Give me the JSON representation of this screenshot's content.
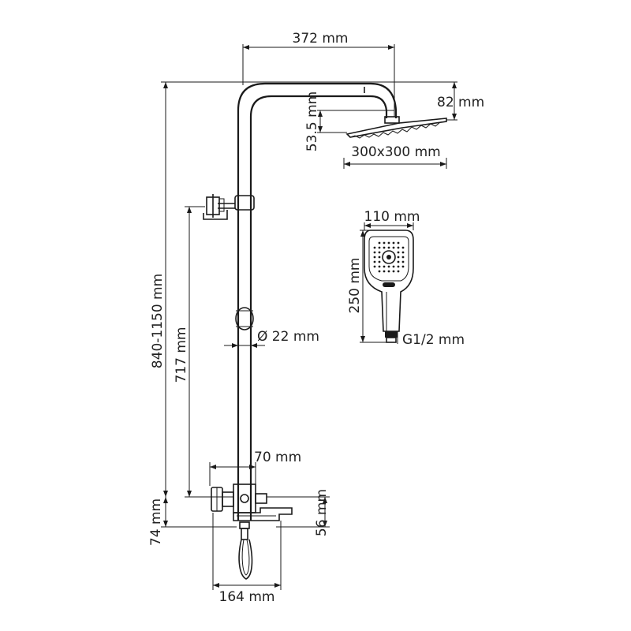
{
  "dimensions": {
    "arm_reach": "372 mm",
    "head_height": "82 mm",
    "head_thickness": "53.5 mm",
    "head_size": "300x300 mm",
    "hand_width": "110 mm",
    "hand_length": "250 mm",
    "hose_thread": "G1/2 mm",
    "pipe_diameter": "Ø 22 mm",
    "total_height": "840-1150 mm",
    "holder_height": "717 mm",
    "mixer_offset": "70 mm",
    "mixer_height": "74 mm",
    "spout_height": "56 mm",
    "mixer_width": "164 mm"
  }
}
